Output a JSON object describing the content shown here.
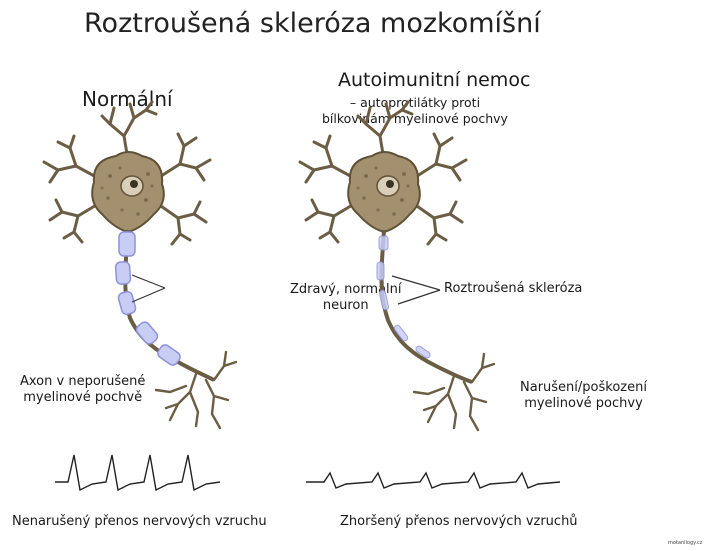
{
  "title": "Roztroušená skleróza mozkomíšní",
  "left_panel": {
    "heading": "Normální",
    "neuron_label": "Zdravý, normální\nneuron",
    "axon_label": "Axon v neporušené\nmyelinové pochvě",
    "signal_label": "Nenarušený přenos nervových vzruchu"
  },
  "right_panel": {
    "heading": "Autoimunitní nemoc",
    "subheading": "– autoprotilátky proti\nbílkovinám myelinové pochvy",
    "neuron_label": "Roztroušená skleróza",
    "damage_label": "Narušení/poškození\nmyelinové pochvy",
    "signal_label": "Zhoršený přenos nervových vzruchů"
  },
  "watermark": "motanilogy.cz",
  "colors": {
    "cell_body": "#a2906e",
    "cell_outline": "#5e5238",
    "myelin": "#c8cdf5",
    "myelin_outline": "#8e93d8",
    "signal_line": "#222222"
  }
}
